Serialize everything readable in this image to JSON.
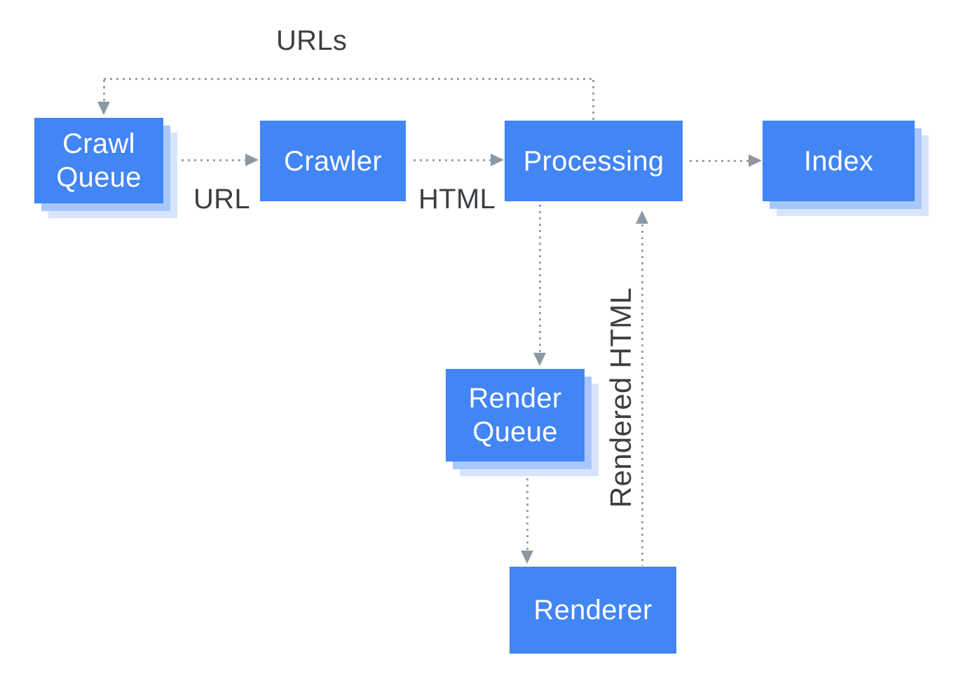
{
  "diagram_type": "flowchart",
  "nodes": [
    {
      "id": "crawl-queue",
      "label": "Crawl Queue"
    },
    {
      "id": "crawler",
      "label": "Crawler"
    },
    {
      "id": "processing",
      "label": "Processing"
    },
    {
      "id": "index",
      "label": "Index"
    },
    {
      "id": "render-queue",
      "label": "Render Queue"
    },
    {
      "id": "renderer",
      "label": "Renderer"
    }
  ],
  "edge_labels": {
    "urls": "URLs",
    "url": "URL",
    "html": "HTML",
    "rendered_html": "Rendered HTML"
  },
  "edges": [
    {
      "from": "processing",
      "to": "crawl-queue",
      "label": "URLs",
      "style": "dotted"
    },
    {
      "from": "crawl-queue",
      "to": "crawler",
      "label": "URL",
      "style": "dotted"
    },
    {
      "from": "crawler",
      "to": "processing",
      "label": "HTML",
      "style": "dotted"
    },
    {
      "from": "processing",
      "to": "index",
      "label": "",
      "style": "dotted"
    },
    {
      "from": "processing",
      "to": "render-queue",
      "label": "",
      "style": "dotted"
    },
    {
      "from": "render-queue",
      "to": "renderer",
      "label": "",
      "style": "dotted"
    },
    {
      "from": "renderer",
      "to": "processing",
      "label": "Rendered HTML",
      "style": "dotted"
    }
  ],
  "colors": {
    "node_fill": "#4285F4",
    "node_text": "#FFFFFF",
    "stack_shadow_inner": "#A9C7FA",
    "stack_shadow_outer": "#D7E4FD",
    "label_text": "#3C4043",
    "connector_dots": "#9AA2AB",
    "arrowhead": "#8C99A5",
    "background": "#FFFFFF"
  }
}
